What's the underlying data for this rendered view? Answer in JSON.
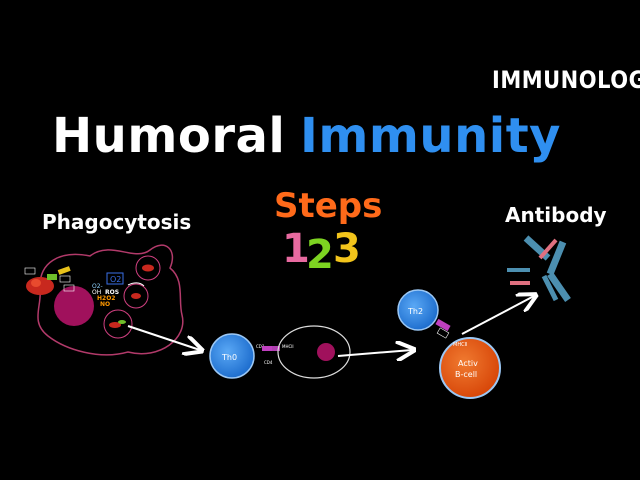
{
  "header": {
    "topic": "IMMUNOLOGY",
    "title_part1": "Humoral",
    "title_part2": "Immunity",
    "steps_label": "Steps",
    "step_numbers": [
      "1",
      "2",
      "3"
    ]
  },
  "labels": {
    "phagocytosis": "Phagocytosis",
    "antibody": "Antibody",
    "o2": "O2",
    "o2_minus": "O2-",
    "ros": "ROS",
    "oh": "OH",
    "h2o2": "H2O2",
    "no": "NO",
    "th0": "Th0",
    "th2": "Th2",
    "activ": "Activ",
    "bcell": "B-cell",
    "cd4": "CD4",
    "mhc2": "MHCII",
    "cd3": "CD3",
    "mhc2_b": "MHCII"
  },
  "colors": {
    "background": "#000000",
    "title_blue": "#2f8ff0",
    "steps_orange": "#ff6a1a",
    "num1_pink": "#e86aa0",
    "num2_green": "#7dd321",
    "num3_yellow": "#f2c41b",
    "cell_magenta": "#a0115c",
    "tcell_blue": "#2e7fd9",
    "bcell_orange": "#e8560f",
    "antibody_teal": "#4c8fb0",
    "antibody_pink": "#e07080"
  }
}
